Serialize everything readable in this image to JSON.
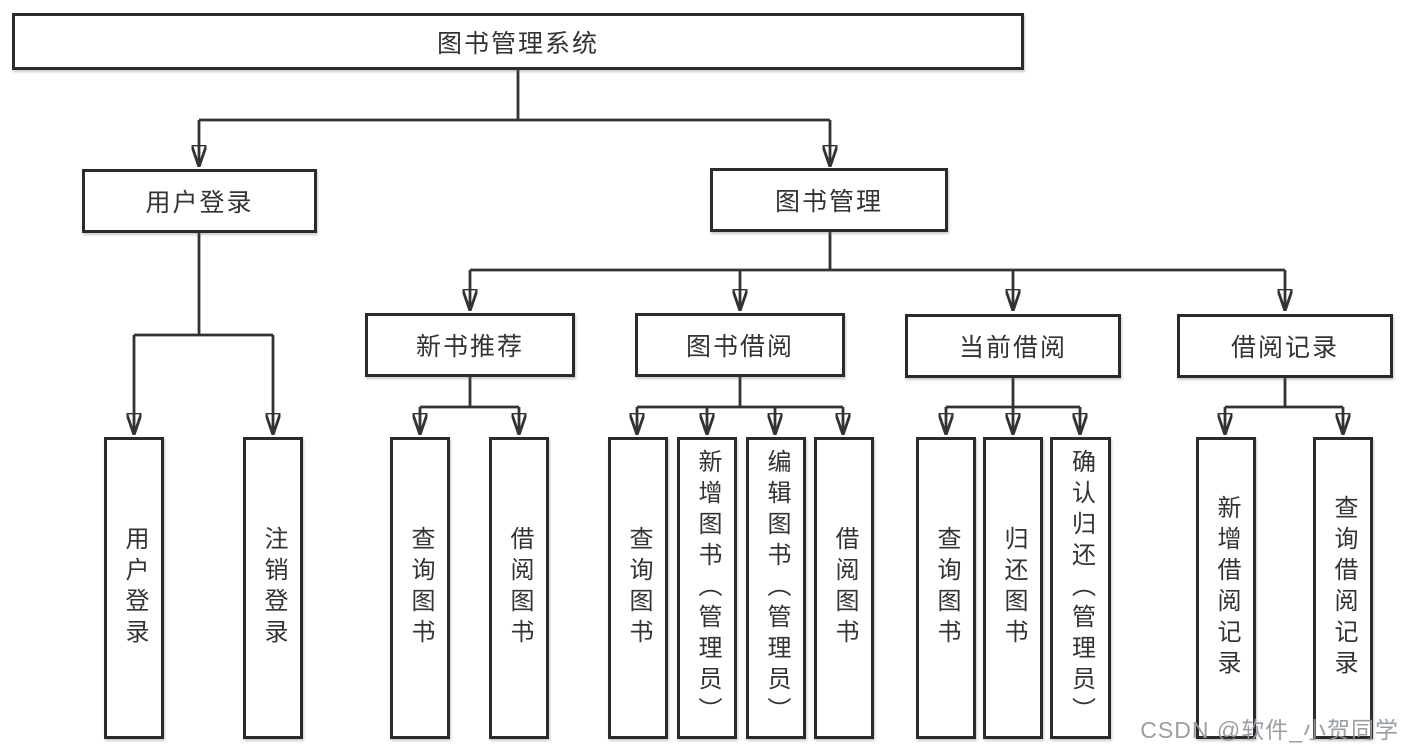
{
  "tree": {
    "root": {
      "label": "图书管理系统"
    },
    "branches": [
      {
        "label": "用户登录",
        "children": [
          {
            "label": "用户登录"
          },
          {
            "label": "注销登录"
          }
        ]
      },
      {
        "label": "图书管理",
        "children": [
          {
            "label": "新书推荐",
            "children": [
              {
                "label": "查询图书"
              },
              {
                "label": "借阅图书"
              }
            ]
          },
          {
            "label": "图书借阅",
            "children": [
              {
                "label": "查询图书"
              },
              {
                "label": "新增图书（管理员）"
              },
              {
                "label": "编辑图书（管理员）"
              },
              {
                "label": "借阅图书"
              }
            ]
          },
          {
            "label": "当前借阅",
            "children": [
              {
                "label": "查询图书"
              },
              {
                "label": "归还图书"
              },
              {
                "label": "确认归还（管理员）"
              }
            ]
          },
          {
            "label": "借阅记录",
            "children": [
              {
                "label": "新增借阅记录"
              },
              {
                "label": "查询借阅记录"
              }
            ]
          }
        ]
      }
    ]
  },
  "watermark": {
    "text": "CSDN @软件_小贺同学"
  },
  "colors": {
    "line": "#333333",
    "box_border": "#2b2b2b",
    "text": "#333333",
    "watermark": "#94999e",
    "background": "#ffffff"
  }
}
